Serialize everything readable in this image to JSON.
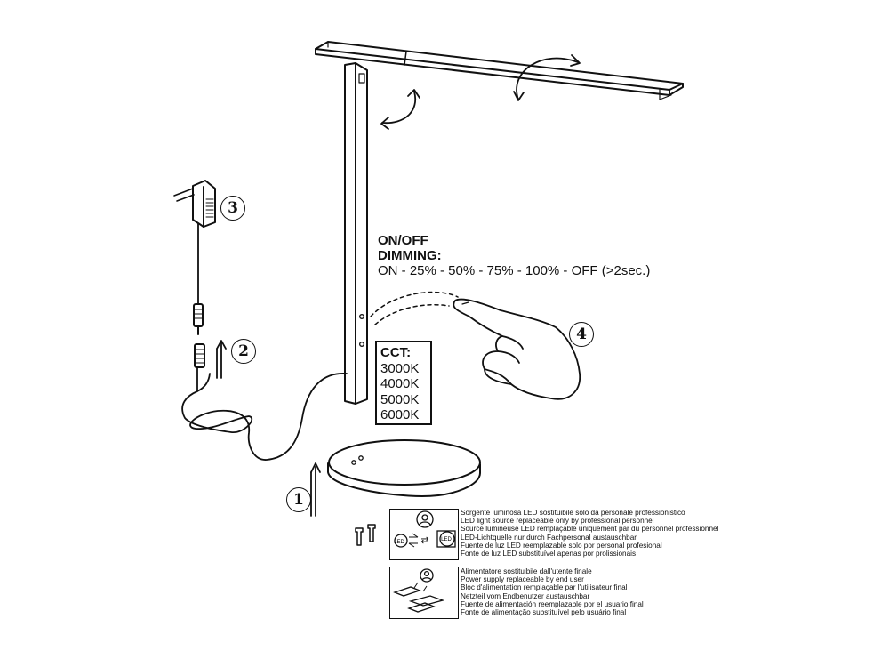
{
  "instructions": {
    "line1": "ON/OFF",
    "line2": "DIMMING:",
    "line3": "ON - 25% - 50% - 75% - 100% - OFF (>2sec.)"
  },
  "cct": {
    "title": "CCT:",
    "values": [
      "3000K",
      "4000K",
      "5000K",
      "6000K"
    ]
  },
  "steps": [
    "1",
    "2",
    "3",
    "4"
  ],
  "icons": {
    "led_source": "LED",
    "led_swap_symbol": "⇄"
  },
  "notes": {
    "light_source": [
      "Sorgente luminosa LED sostituibile solo da personale professionistico",
      "LED light source replaceable only by professional personnel",
      "Source lumineuse LED remplaçable uniquement par du personnel professionnel",
      "LED-Lichtquelle nur durch Fachpersonal austauschbar",
      "Fuente de luz LED reemplazable solo por personal profesional",
      "Fonte de luz LED substituível apenas por prolissionais"
    ],
    "power_supply": [
      "Alimentatore sostituibile dall'utente finale",
      "Power supply replaceable by end user",
      "Bloc d'alimentation remplaçable par l'utilisateur final",
      "Netzteil vom Endbenutzer austauschbar",
      "Fuente de alimentación reemplazable por el usuario final",
      "Fonte de alimentação substituível pelo usuário final"
    ]
  }
}
